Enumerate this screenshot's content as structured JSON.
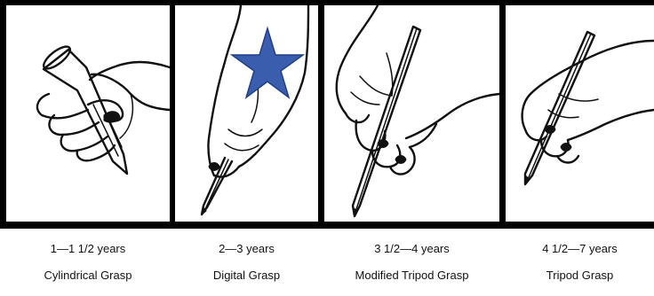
{
  "stages": [
    {
      "age": "1—1 1/2 years",
      "grasp": "Cylindrical Grasp"
    },
    {
      "age": "2—3 years",
      "grasp": "Digital Grasp"
    },
    {
      "age": "3 1/2—4 years",
      "grasp": "Modified Tripod Grasp"
    },
    {
      "age": "4 1/2—7 years",
      "grasp": "Tripod Grasp"
    }
  ],
  "marker": {
    "icon": "star-icon",
    "color": "#3a5dae"
  },
  "colors": {
    "frame": "#000000",
    "background": "#ffffff",
    "text": "#111111"
  }
}
